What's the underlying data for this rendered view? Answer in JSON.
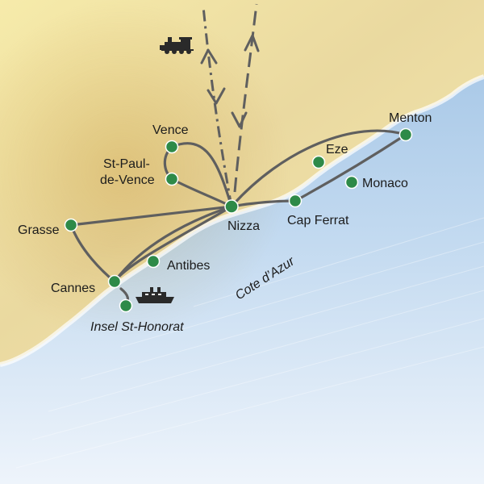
{
  "map": {
    "region_label": "Cote d’Azur",
    "places": {
      "menton": "Menton",
      "vence": "Vence",
      "eze": "Eze",
      "st_paul_line1": "St-Paul-",
      "st_paul_line2": "de-Vence",
      "monaco": "Monaco",
      "nizza": "Nizza",
      "cap_ferrat": "Cap Ferrat",
      "grasse": "Grasse",
      "antibes": "Antibes",
      "cannes": "Cannes",
      "st_honorat": "Insel St-Honorat"
    },
    "icons": [
      "train-icon",
      "ship-icon"
    ],
    "colors": {
      "land": "#f2e6a6",
      "land_dark": "#e8cf8a",
      "sea": "#a9c9e8",
      "route": "#5f5f5f",
      "marker": "#2e8a48",
      "marker_stroke": "#ffffff"
    }
  }
}
